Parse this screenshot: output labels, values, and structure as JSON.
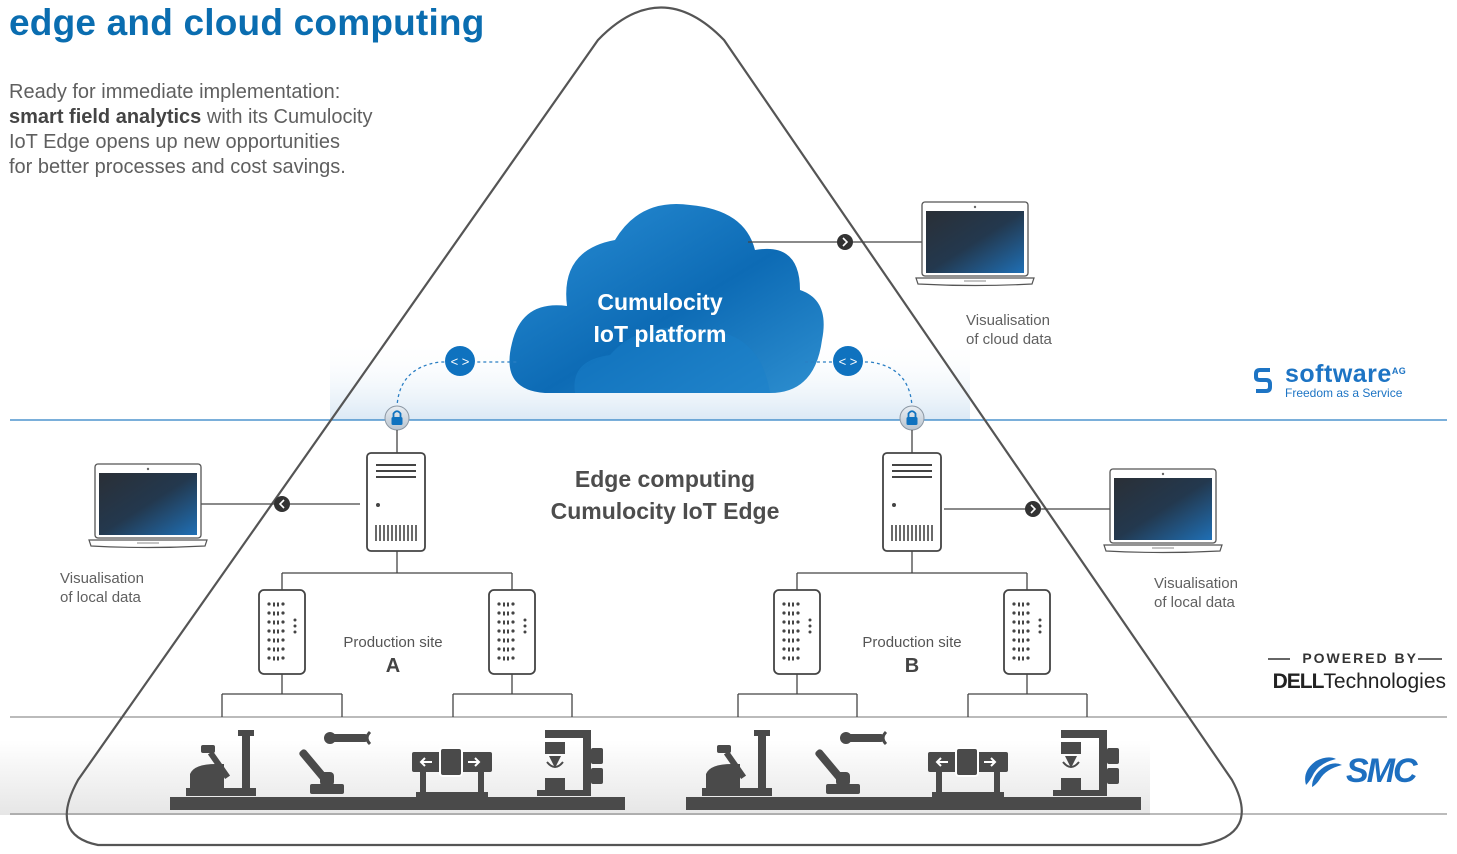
{
  "header": {
    "title": "edge and cloud computing",
    "intro_line1": "Ready for immediate implementation:",
    "intro_bold": "smart field analytics",
    "intro_rest1": " with its Cumulocity",
    "intro_line3": "IoT Edge opens up new opportunities",
    "intro_line4": "for better processes and cost savings."
  },
  "cloud": {
    "line1": "Cumulocity",
    "line2": "IoT platform",
    "visualisation_line1": "Visualisation",
    "visualisation_line2": "of cloud data"
  },
  "edge": {
    "line1": "Edge computing",
    "line2": "Cumulocity IoT Edge"
  },
  "local_left": {
    "line1": "Visualisation",
    "line2": "of local data"
  },
  "local_right": {
    "line1": "Visualisation",
    "line2": "of local data"
  },
  "site_a": {
    "label": "Production site",
    "letter": "A"
  },
  "site_b": {
    "label": "Production site",
    "letter": "B"
  },
  "logos": {
    "software_ag_name": "software",
    "software_ag_suffix": "AG",
    "software_ag_tagline": "Freedom as a Service",
    "powered_by": "POWERED BY",
    "dell_brand": "DELL",
    "dell_technologies": "Technologies",
    "smc": "SMC"
  },
  "colors": {
    "title_blue": "#0a6db0",
    "cloud_blue": "#1678c2",
    "line_blue": "#2b7fc4",
    "device_gray": "#4a4a4a",
    "outline": "#555555"
  }
}
